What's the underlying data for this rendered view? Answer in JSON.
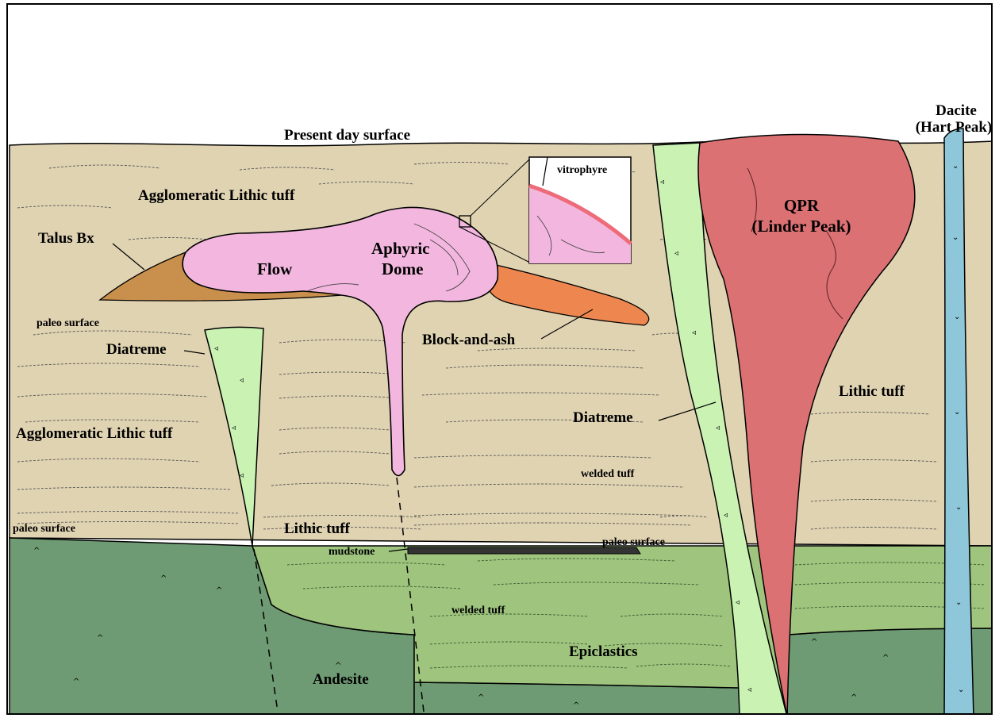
{
  "labels": {
    "present_surface": "Present day surface",
    "dacite_line1": "Dacite",
    "dacite_line2": "(Hart Peak)",
    "agglomeratic_upper": "Agglomeratic Lithic tuff",
    "talus": "Talus Bx",
    "flow": "Flow",
    "aphyric_line1": "Aphyric",
    "aphyric_line2": "Dome",
    "vitrophyre": "vitrophyre",
    "qpr_line1": "QPR",
    "qpr_line2": "(Linder Peak)",
    "paleo_upper": "paleo surface",
    "diatreme_left": "Diatreme",
    "block_and_ash": "Block-and-ash",
    "lithic_tuff_right": "Lithic tuff",
    "diatreme_right": "Diatreme",
    "agglomeratic_lower": "Agglomeratic Lithic tuff",
    "welded_tuff_upper": "welded tuff",
    "paleo_lower": "paleo surface",
    "lithic_tuff_lower": "Lithic tuff",
    "mudstone": "mudstone",
    "paleo_mudstone": "paleo surface",
    "welded_tuff_lower": "welded tuff",
    "epiclastics": "Epiclastics",
    "andesite": "Andesite"
  },
  "colors": {
    "tuff": "#e0d3b2",
    "lower_tuff": "#9ec47e",
    "andesite": "#6e9b73",
    "diatreme": "#c9f2b3",
    "dome": "#f3b7df",
    "qpr": "#dc7174",
    "dacite": "#8ec7d9",
    "block_and_ash": "#ee874f",
    "talus": "#c98f4c",
    "vitrophyre_rim": "#ee6c7a"
  }
}
